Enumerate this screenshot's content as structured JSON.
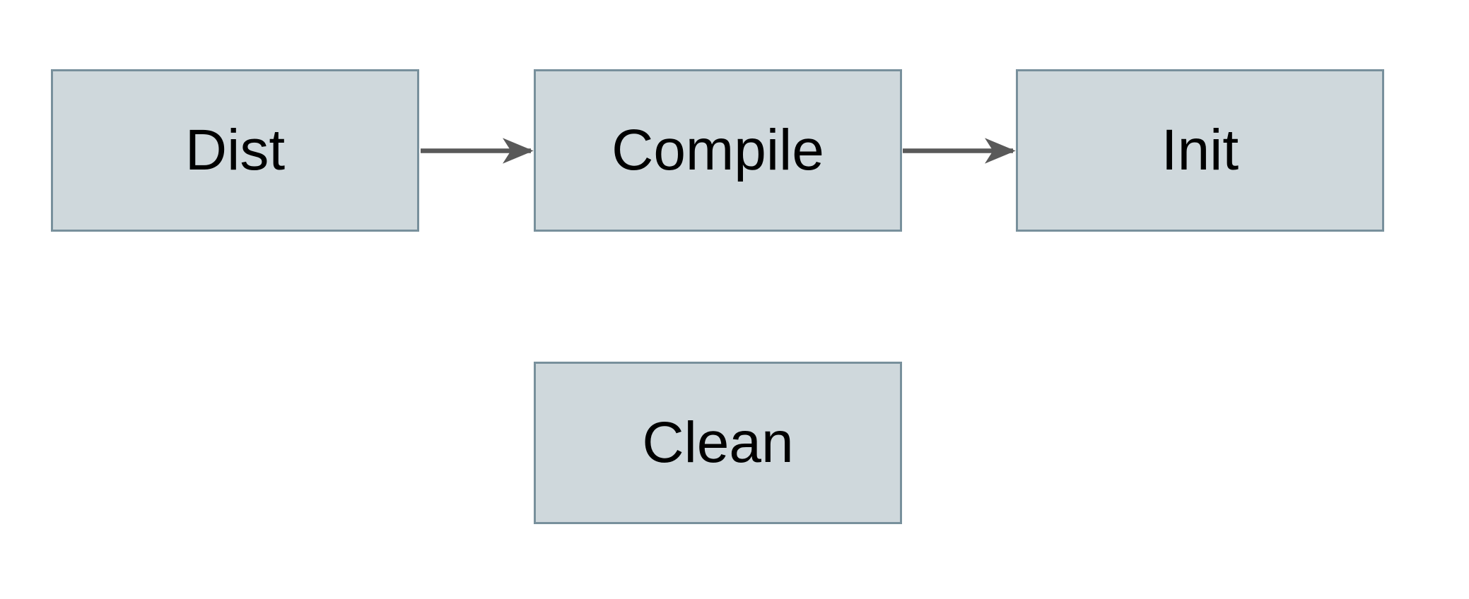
{
  "diagram": {
    "type": "flowchart",
    "colors": {
      "background": "#ffffff",
      "node_fill": "#cfd8dc",
      "node_border": "#78909c",
      "arrow_color": "#595959",
      "text_color": "#000000"
    },
    "nodes": [
      {
        "id": "dist",
        "label": "Dist"
      },
      {
        "id": "compile",
        "label": "Compile"
      },
      {
        "id": "init",
        "label": "Init"
      },
      {
        "id": "clean",
        "label": "Clean"
      }
    ],
    "edges": [
      {
        "from": "Dist",
        "to": "Compile",
        "direction": "right"
      },
      {
        "from": "Compile",
        "to": "Init",
        "direction": "right"
      }
    ]
  }
}
